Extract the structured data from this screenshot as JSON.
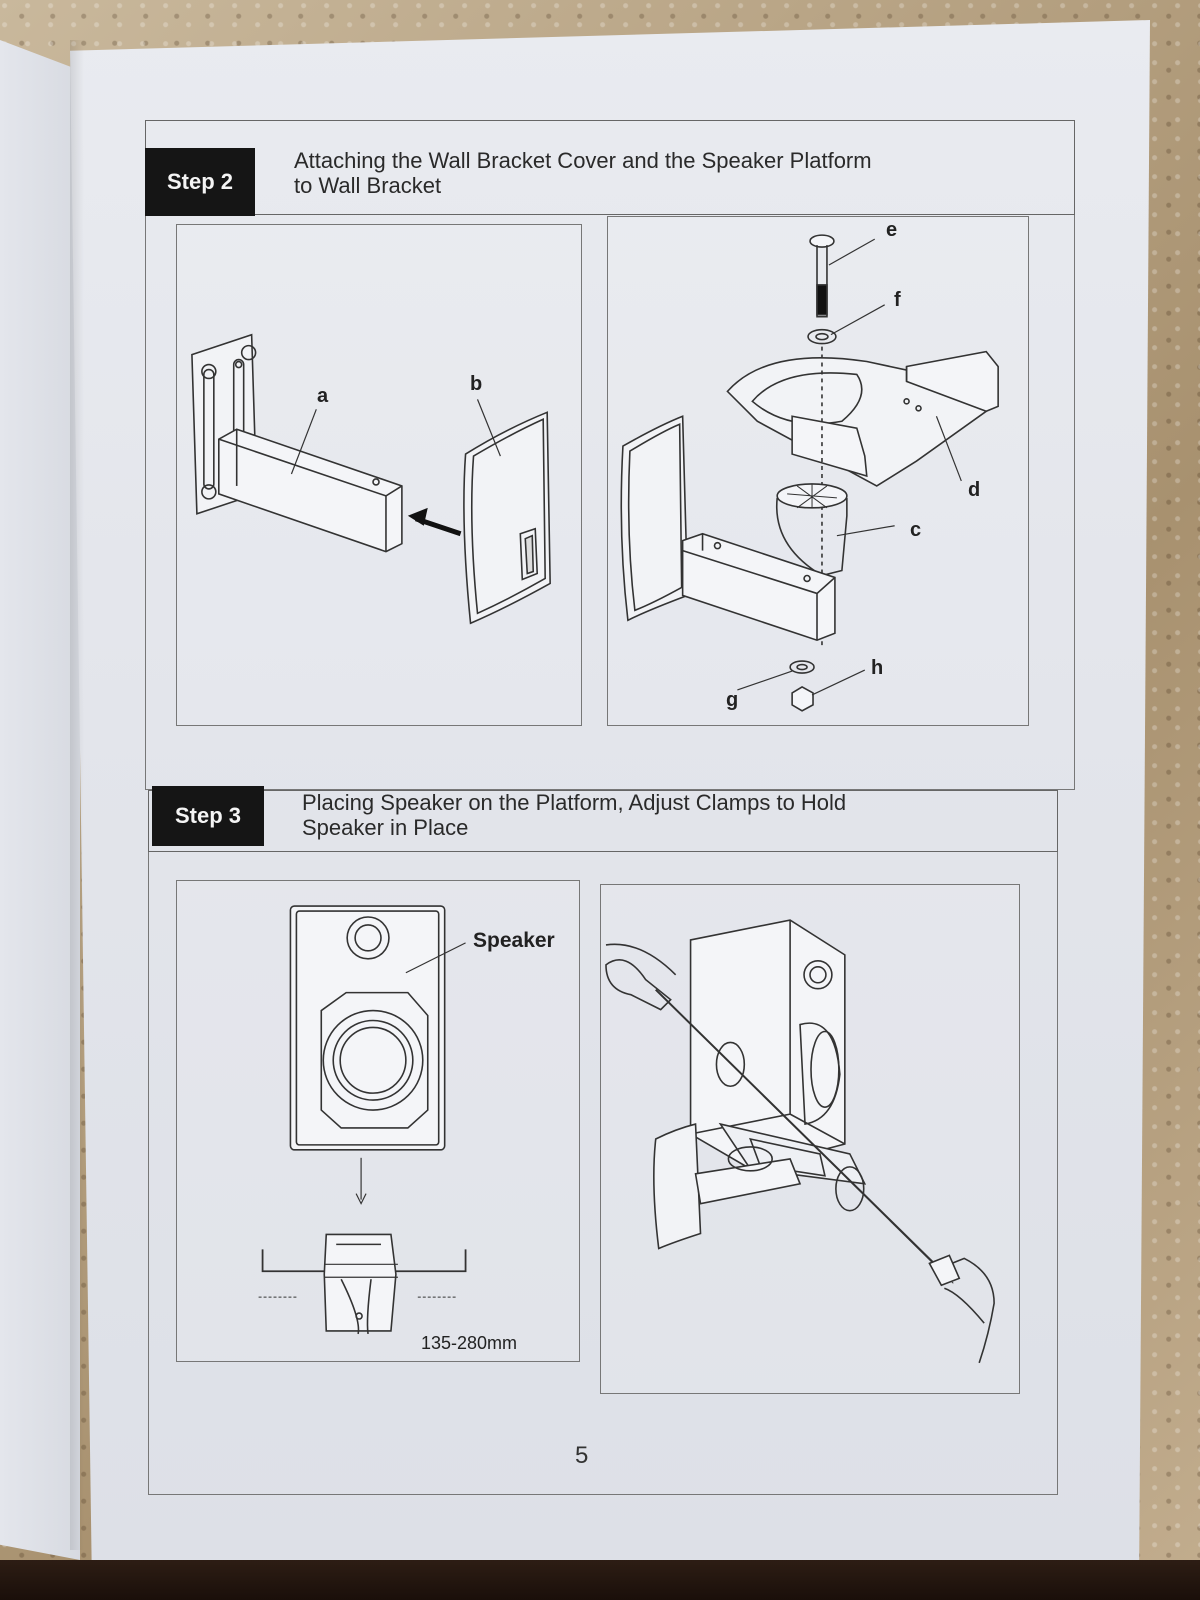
{
  "step2": {
    "badge": "Step 2",
    "title_line1": "Attaching the Wall Bracket Cover and the Speaker Platform",
    "title_line2": "to Wall Bracket",
    "labels": {
      "a": "a",
      "b": "b",
      "c": "c",
      "d": "d",
      "e": "e",
      "f": "f",
      "g": "g",
      "h": "h"
    }
  },
  "step3": {
    "badge": "Step 3",
    "title_line1": "Placing Speaker on the Platform, Adjust Clamps to Hold",
    "title_line2": "Speaker in Place",
    "speaker_label": "Speaker",
    "dimension_label": "135-280mm"
  },
  "page_number": "5"
}
